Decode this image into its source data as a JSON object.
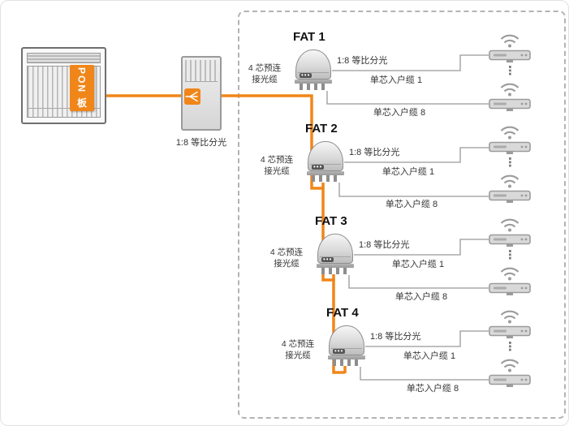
{
  "diagram": {
    "olt": {
      "tag_label": "PON 板"
    },
    "cabinet": {
      "caption": "1:8 等比分光"
    },
    "fats": [
      {
        "title": "FAT 1",
        "feeder_label": "4 芯预连\n接光缆",
        "split_label": "1:8 等比分光",
        "drop_first_label": "单芯入户缆 1",
        "drop_last_label": "单芯入户缆 8"
      },
      {
        "title": "FAT 2",
        "feeder_label": "4 芯预连\n接光缆",
        "split_label": "1:8 等比分光",
        "drop_first_label": "单芯入户缆 1",
        "drop_last_label": "单芯入户缆 8"
      },
      {
        "title": "FAT 3",
        "feeder_label": "4 芯预连\n接光缆",
        "split_label": "1:8 等比分光",
        "drop_first_label": "单芯入户缆 1",
        "drop_last_label": "单芯入户缆 8"
      },
      {
        "title": "FAT 4",
        "feeder_label": "4 芯预连\n接光缆",
        "split_label": "1:8 等比分光",
        "drop_first_label": "单芯入户缆 1",
        "drop_last_label": "单芯入户缆 8"
      }
    ],
    "router_ellipsis": "⋮",
    "fat_dots": "•••",
    "colors": {
      "trunk_cable": "#F08619",
      "pon_tag_bg": "#F08619",
      "drop_line": "#999999"
    }
  }
}
